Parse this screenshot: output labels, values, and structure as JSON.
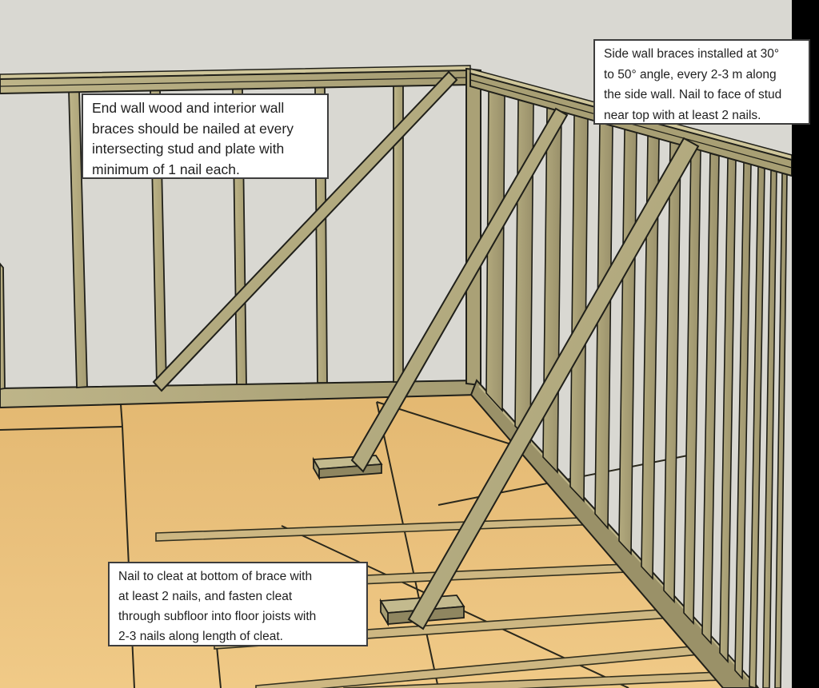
{
  "figure": {
    "type": "3d-framing-illustration",
    "palette": {
      "background_black": "#000000",
      "wall_gray": "#d9d8d2",
      "floor_tan": "#e9c07c",
      "wood_light": "#c0b78b",
      "wood_mid": "#aca378",
      "wood_dark": "#8f8660",
      "outline": "#20201a",
      "annotation_bg": "#ffffff",
      "annotation_border": "#3d3d3d",
      "annotation_text": "#1f1f1f"
    }
  },
  "annotations": {
    "end_wall": {
      "text": "End wall wood and interior wall braces should be nailed at every intersecting stud and plate with minimum of 1 nail each.",
      "lines": [
        "End wall wood and interior wall",
        "braces should be nailed at every",
        "intersecting stud and plate with",
        "minimum of 1 nail each."
      ]
    },
    "side_wall": {
      "text": "Side wall braces installed at 30° to 50° angle, every 2-3 m along the side wall. Nail to face of stud near top with at least 2 nails.",
      "lines": [
        "Side wall braces installed at 30°",
        "to 50° angle, every 2-3 m along",
        "the side wall. Nail to face of stud",
        "near top with at least 2 nails."
      ]
    },
    "cleat": {
      "text": "Nail to cleat at bottom of brace with at least 2 nails, and fasten cleat through subfloor into floor joists with 2-3 nails along length of cleat.",
      "lines": [
        "Nail to cleat at bottom of brace with",
        "at least 2 nails, and fasten cleat",
        "through subfloor into floor joists with",
        "2-3 nails along length of cleat."
      ]
    }
  }
}
